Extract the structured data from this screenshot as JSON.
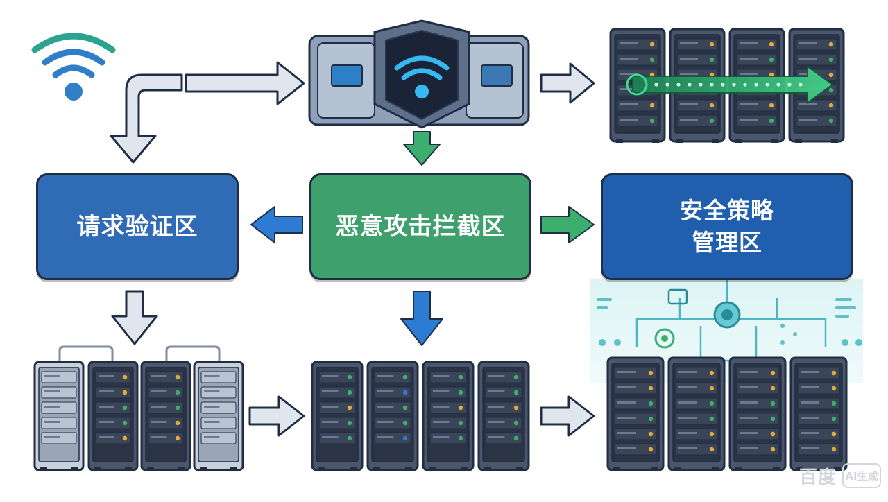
{
  "zones": {
    "request_verification": "请求验证区",
    "malicious_block": "恶意攻击拦截区",
    "policy_line1": "安全策略",
    "policy_line2": "管理区"
  },
  "icons": {
    "wifi": "wifi-icon",
    "firewall": "firewall-shield-icon",
    "server": "server-rack-icon",
    "network": "network-topology-icon"
  },
  "colors": {
    "blue_zone": "#2f6cb5",
    "green_zone": "#3ea06c",
    "dark_blue_zone": "#1f5fae",
    "outline": "#1f2d45",
    "green_arrow": "#3cae6e",
    "blue_arrow": "#2e7bd3"
  },
  "watermark": {
    "brand": "百度",
    "product": "AI生成"
  }
}
